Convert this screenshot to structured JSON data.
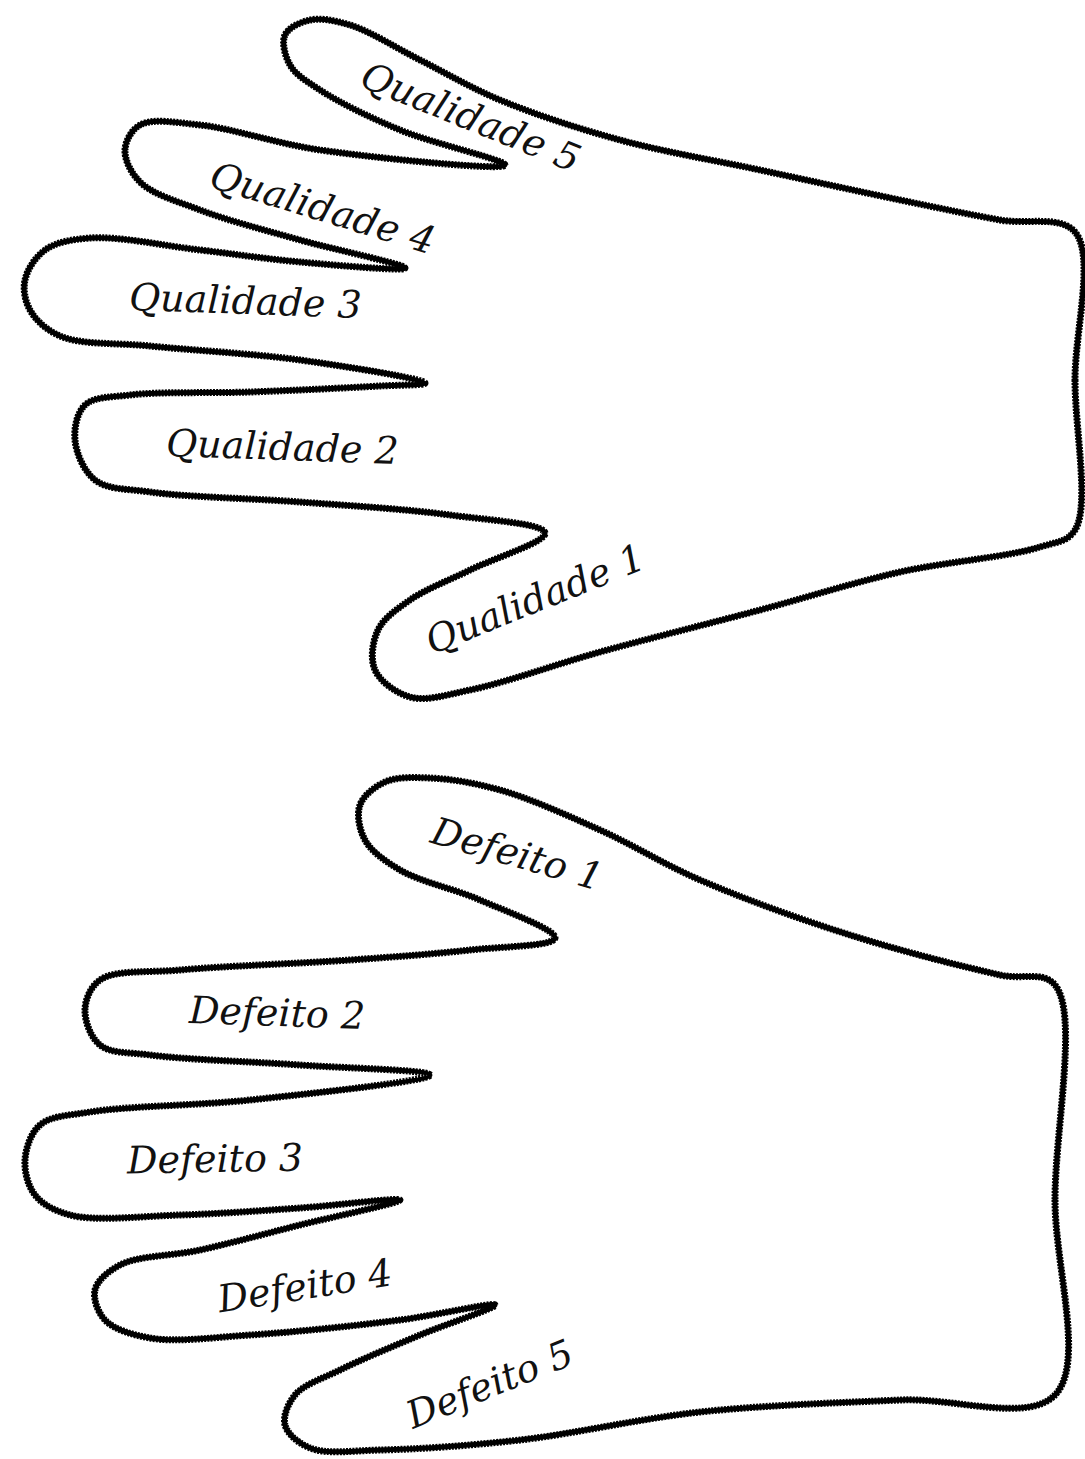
{
  "diagram": {
    "nodes": [
      {
        "text": [
          "Qualidade 5",
          "Qualidade 4",
          "Qualidade 3",
          "Qualidade 2",
          "Qualidade 1"
        ]
      },
      {
        "text": [
          "Defeito 1",
          "Defeito 2",
          "Defeito 3",
          "Defeito 4",
          "Defeito 5"
        ]
      }
    ]
  }
}
